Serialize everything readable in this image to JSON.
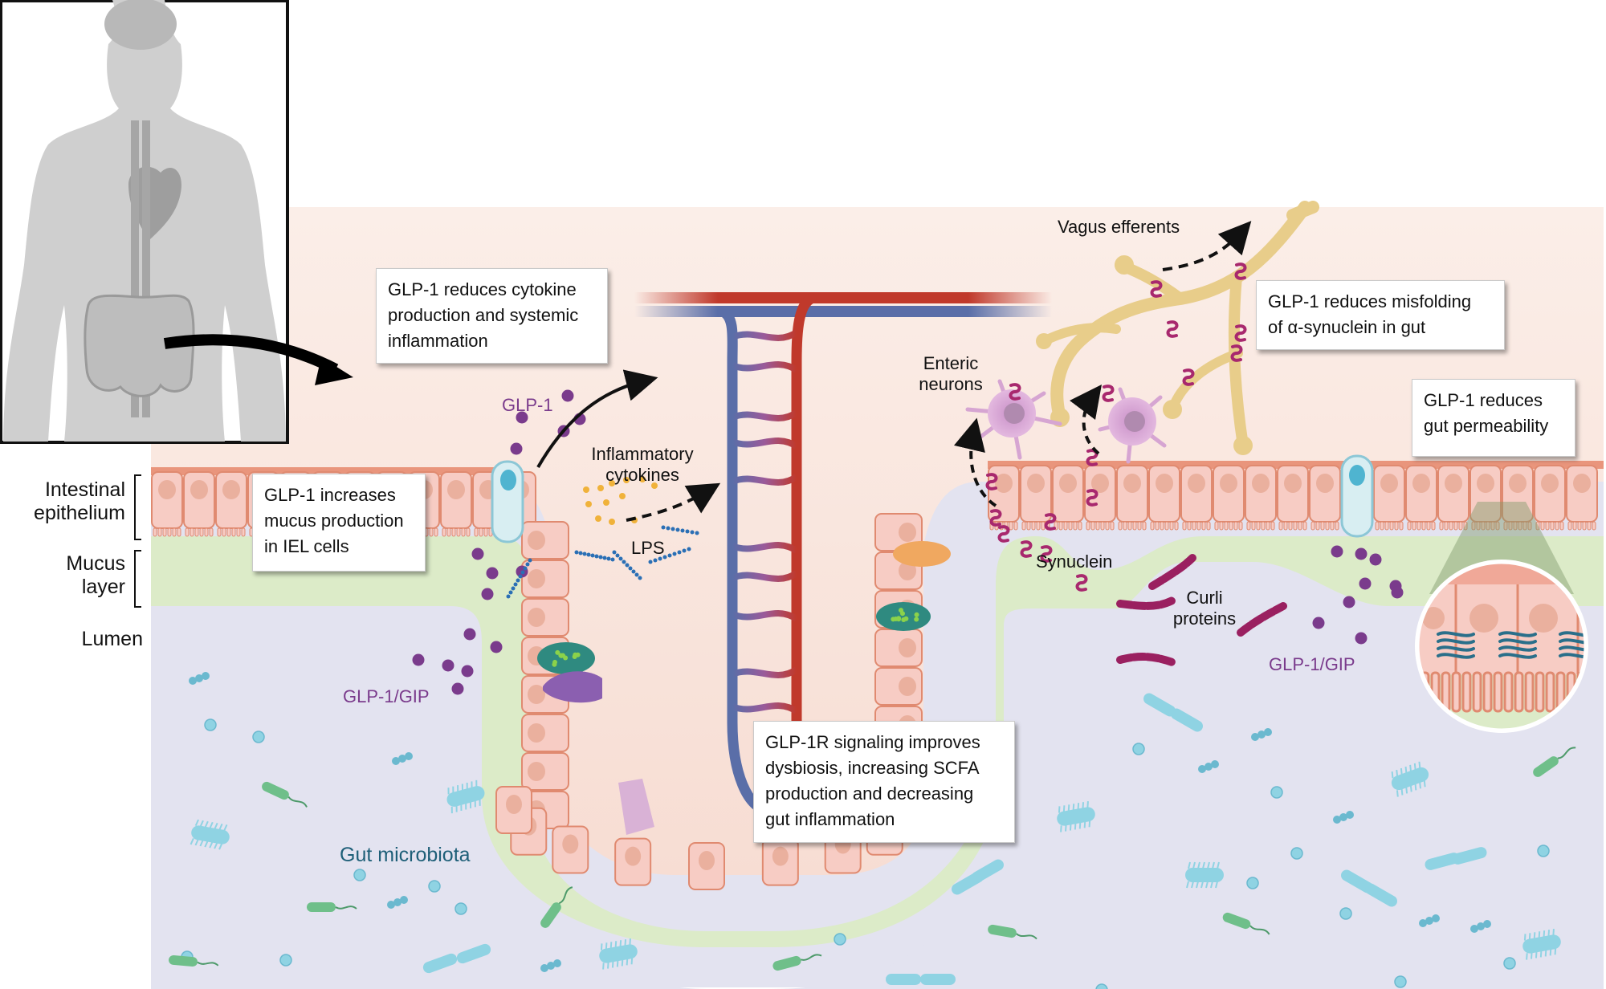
{
  "figure": {
    "inset": {
      "label": "Human body overview highlighting brain, vasculature, heart and intestine"
    },
    "layers": {
      "epithelium": "Intestinal\nepithelium",
      "mucus": "Mucus\nlayer",
      "lumen": "Lumen"
    },
    "boxes": {
      "cytokine": "GLP-1 reduces cytokine\nproduction and systemic\ninflammation",
      "mucus": "GLP-1 increases\nmucus production\nin IEL cells",
      "dysbiosis": "GLP-1R signaling improves\ndysbiosis, increasing SCFA\nproduction and decreasing\ngut inflammation",
      "misfolding": "GLP-1 reduces misfolding\nof α-synuclein in gut",
      "permeability": "GLP-1 reduces\ngut permeability"
    },
    "labels": {
      "glp1": "GLP-1",
      "inflammatory_cytokines": "Inflammatory\ncytokines",
      "lps": "LPS",
      "glp1_gip_left": "GLP-1/GIP",
      "glp1_gip_right": "GLP-1/GIP",
      "gut_microbiota": "Gut microbiota",
      "vagus_efferents": "Vagus efferents",
      "enteric_neurons": "Enteric\nneurons",
      "synuclein": "Synuclein",
      "curli_proteins": "Curli\nproteins"
    },
    "colors": {
      "tissue_bg": "#f8e4dc",
      "epithelium": "#f6c9c0",
      "epithelium_border": "#e08a70",
      "mucus": "#dcebc8",
      "lumen": "#e3e3f0",
      "glp1": "#7a3b8c",
      "microbe": "#8fd3e3",
      "vagus": "#e8cd8a",
      "synuclein": "#a8286e",
      "artery": "#c0392b",
      "vein": "#5a6ea8"
    }
  }
}
